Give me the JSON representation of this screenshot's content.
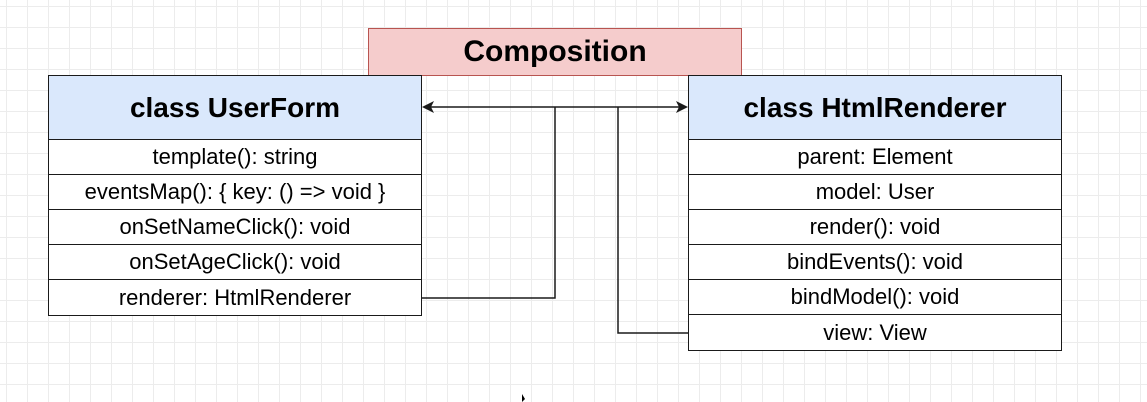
{
  "title": "Composition",
  "classes": {
    "userform": {
      "name": "class UserForm",
      "members": [
        "template(): string",
        "eventsMap(): { key: () => void }",
        "onSetNameClick(): void",
        "onSetAgeClick(): void",
        "renderer: HtmlRenderer"
      ]
    },
    "htmlrenderer": {
      "name": "class HtmlRenderer",
      "members": [
        "parent: Element",
        "model: User",
        "render(): void",
        "bindEvents(): void",
        "bindModel(): void",
        "view: View"
      ]
    }
  },
  "colors": {
    "banner_fill": "#f5cccc",
    "banner_border": "#b85450",
    "header_fill": "#dae8fc",
    "line": "#1a1a1a"
  }
}
